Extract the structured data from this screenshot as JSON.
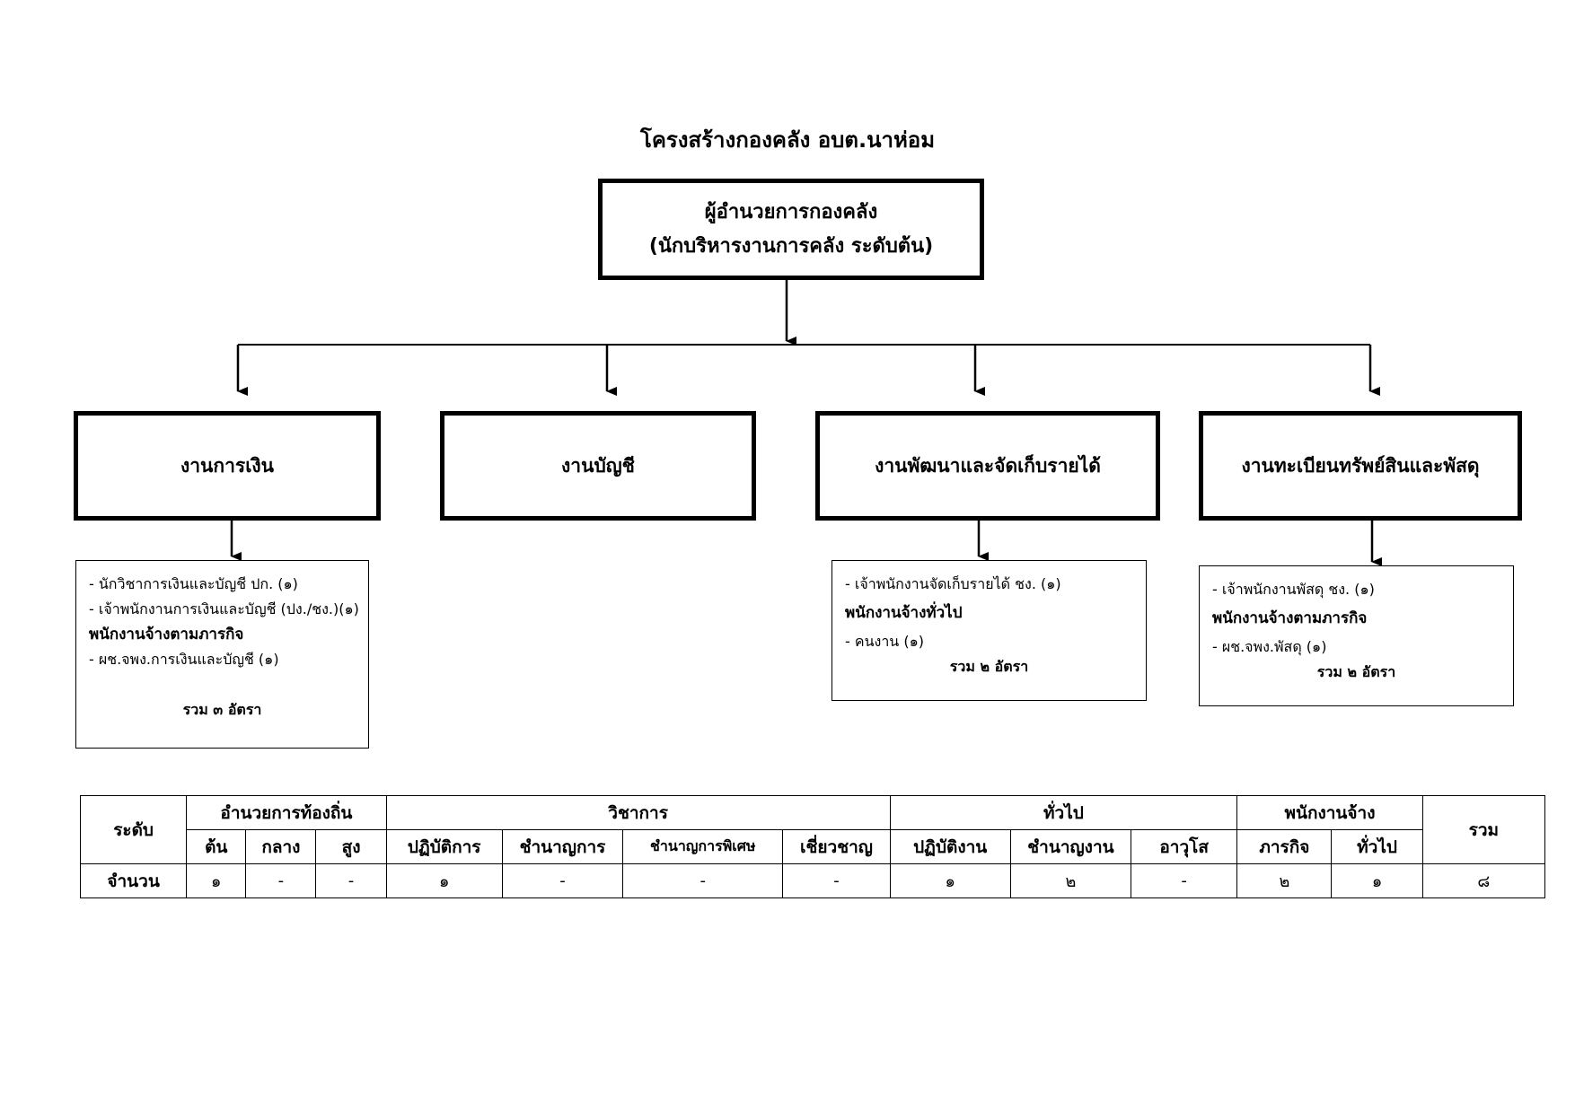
{
  "title": "โครงสร้างกองคลัง อบต.นาห่อม",
  "head_box": {
    "line1": "ผู้อำนวยการกองคลัง",
    "line2": "(นักบริหารงานการคลัง ระดับต้น)"
  },
  "departments": [
    {
      "name": "งานการเงิน",
      "staff": [
        {
          "text": "- นักวิชาการเงินและบัญชี ปก. (๑)",
          "bold": false
        },
        {
          "text": "- เจ้าพนักงานการเงินและบัญชี (ปง./ชง.)(๑)",
          "bold": false
        },
        {
          "text": "พนักงานจ้างตามภารกิจ",
          "bold": true
        },
        {
          "text": "- ผช.จพง.การเงินและบัญชี (๑)",
          "bold": false
        }
      ],
      "total": "รวม  ๓  อัตรา"
    },
    {
      "name": "งานบัญชี",
      "staff": [],
      "total": ""
    },
    {
      "name": "งานพัฒนาและจัดเก็บรายได้",
      "staff": [
        {
          "text": "- เจ้าพนักงานจัดเก็บรายได้ ชง. (๑)",
          "bold": false
        },
        {
          "text": "พนักงานจ้างทั่วไป",
          "bold": true
        },
        {
          "text": "- คนงาน (๑)",
          "bold": false
        }
      ],
      "total": "รวม  ๒  อัตรา"
    },
    {
      "name": "งานทะเบียนทรัพย์สินและพัสดุ",
      "staff": [
        {
          "text": "- เจ้าพนักงานพัสดุ ชง. (๑)",
          "bold": false
        },
        {
          "text": "พนักงานจ้างตามภารกิจ",
          "bold": true
        },
        {
          "text": "- ผช.จพง.พัสดุ (๑)",
          "bold": false
        }
      ],
      "total": "รวม  ๒  อัตรา"
    }
  ],
  "summary_table": {
    "level_label": "ระดับ",
    "count_label": "จำนวน",
    "total_label": "รวม",
    "groups": [
      {
        "name": "อำนวยการท้องถิ่น",
        "subs": [
          "ต้น",
          "กลาง",
          "สูง"
        ],
        "values": [
          "๑",
          "-",
          "-"
        ]
      },
      {
        "name": "วิชาการ",
        "subs": [
          "ปฏิบัติการ",
          "ชำนาญการ",
          "ชำนาญการพิเศษ",
          "เชี่ยวชาญ"
        ],
        "values": [
          "๑",
          "-",
          "-",
          "-"
        ]
      },
      {
        "name": "ทั่วไป",
        "subs": [
          "ปฏิบัติงาน",
          "ชำนาญงาน",
          "อาวุโส"
        ],
        "values": [
          "๑",
          "๒",
          "-"
        ]
      },
      {
        "name": "พนักงานจ้าง",
        "subs": [
          "ภารกิจ",
          "ทั่วไป"
        ],
        "values": [
          "๒",
          "๑"
        ]
      }
    ],
    "total_value": "๘"
  }
}
